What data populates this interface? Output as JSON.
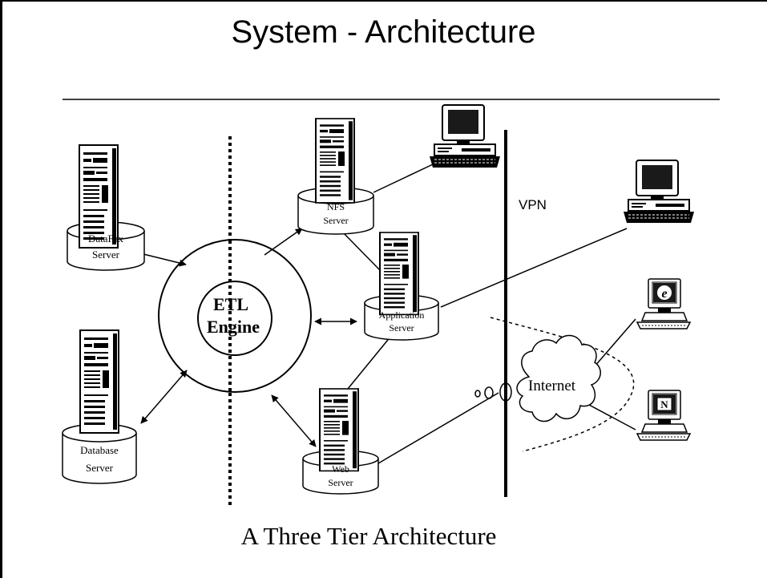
{
  "title": "System - Architecture",
  "subtitle": "A Three Tier Architecture",
  "nodes": {
    "datafax": {
      "line1": "DataFax",
      "line2": "Server"
    },
    "database": {
      "line1": "Database",
      "line2": "Server"
    },
    "nfs": {
      "line1": "NFS",
      "line2": "Server"
    },
    "application": {
      "line1": "Application",
      "line2": "Server"
    },
    "web": {
      "line1": "Web",
      "line2": "Server"
    },
    "etl": {
      "line1": "ETL",
      "line2": "Engine"
    }
  },
  "vpn_label": "VPN",
  "internet_label": "Internet",
  "browser_icons": {
    "ie": "e",
    "netscape": "N"
  },
  "colors": {
    "line": "#000000",
    "background": "#ffffff",
    "screen": "#1a1a1a"
  }
}
